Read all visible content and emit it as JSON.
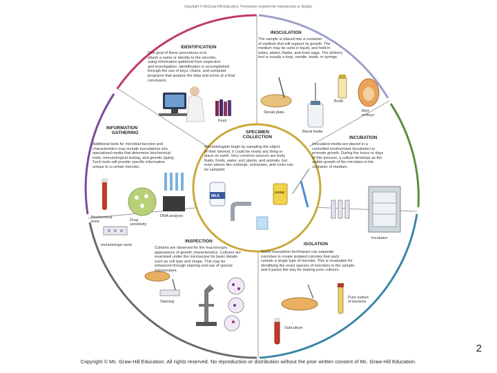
{
  "top_notice": "Copyright © McGraw-Hill Education. Permission required for reproduction or display.",
  "sections": {
    "inoculation": {
      "title": "INOCULATION",
      "text": [
        "The sample is placed into a container",
        "of medium that will support its growth. The",
        "medium may be solid or liquid, and held in",
        "tubes, plates, flasks, and even eggs. The delivery",
        "tool is usually a loop, needle, swab, or syringe."
      ],
      "labels": {
        "streak_plate": "Streak plate",
        "broth": "Broth",
        "bird_embryo": [
          "Bird",
          "embryo"
        ],
        "blood_bottle": "Blood bottle"
      }
    },
    "identification": {
      "title": "IDENTIFICATION",
      "text": [
        "One goal of these procedures is to",
        "attach a name or identity to the microbe,",
        "using information gathered from inspection",
        "and investigation. Identification is accomplished",
        "through the use of keys, charts, and computer",
        "programs that analyze the data and arrive at a final",
        "conclusion."
      ],
      "labels": {
        "keys": "Keys"
      }
    },
    "information_gathering": {
      "title": [
        "INFORMATION",
        "GATHERING"
      ],
      "text": [
        "Additional tests for microbial function and",
        "characteristics may include inoculations into",
        "specialized media that determine biochemical",
        "traits, immunological testing, and genetic typing.",
        "Such tests will provide specific information",
        "unique to a certain microbe."
      ],
      "labels": {
        "biochemical_tests": [
          "Biochemical",
          "tests"
        ],
        "drug_sensitivity": [
          "Drug",
          "sensitivity"
        ],
        "dna_analysis": "DNA analysis",
        "immunologic_tests": "Immunologic tests"
      }
    },
    "specimen_collection": {
      "title": [
        "SPECIMEN",
        "COLLECTION"
      ],
      "text": [
        "Microbiologists begin by sampling the object",
        "of their interest. It could be nearly any thing or",
        "place on earth. Very common sources are body",
        "fluids, foods, water, soil, plants, and animals, but",
        "even places like icebergs, volcanoes, and rocks can",
        "be sampled."
      ],
      "labels": {
        "milk": "MILK",
        "urine": "URINE"
      }
    },
    "incubation": {
      "title": "INCUBATION",
      "text": [
        "Inoculated media are placed in a",
        "controlled environment (incubator) to",
        "promote growth. During the hours or days",
        "of this process, a culture develops as the",
        "visible growth of the microbes in the",
        "container of medium."
      ],
      "labels": {
        "incubator": "Incubator"
      }
    },
    "inspection": {
      "title": "INSPECTION",
      "text": [
        "Cultures are observed for the macroscopic",
        "appearance of growth characteristics. Cultures are",
        "examined under the microscope for basic details",
        "such as cell type and shape. This may be",
        "enhanced through staining and use of special",
        "microscopes."
      ],
      "labels": {
        "staining": "Staining"
      }
    },
    "isolation": {
      "title": "ISOLATION",
      "text": [
        "Some inoculation techniques can separate",
        "microbes to create isolated colonies that each",
        "contain a single type of microbe. This is invaluable for",
        "identifying the exact species of microbes in the sample,",
        "and it paves the way for making pure cultures."
      ],
      "labels": {
        "pure_culture": [
          "Pure culture",
          "of bacteria"
        ],
        "subculture": "Subculture"
      }
    }
  },
  "colors": {
    "inoculation": "#9aa0c8",
    "identification": "#c0396b",
    "information_gathering": "#7a4a9a",
    "specimen_collection": "#c8a83a",
    "incubation": "#5a8f3a",
    "inspection": "#6a6a6a",
    "isolation": "#3a86a8"
  },
  "page_number": "2",
  "copyright": "Copyright © Mc. Graw-Hill Education. All rights reserved. No reproduction or distribution without the prior written consent of Mc. Graw-Hill Education."
}
